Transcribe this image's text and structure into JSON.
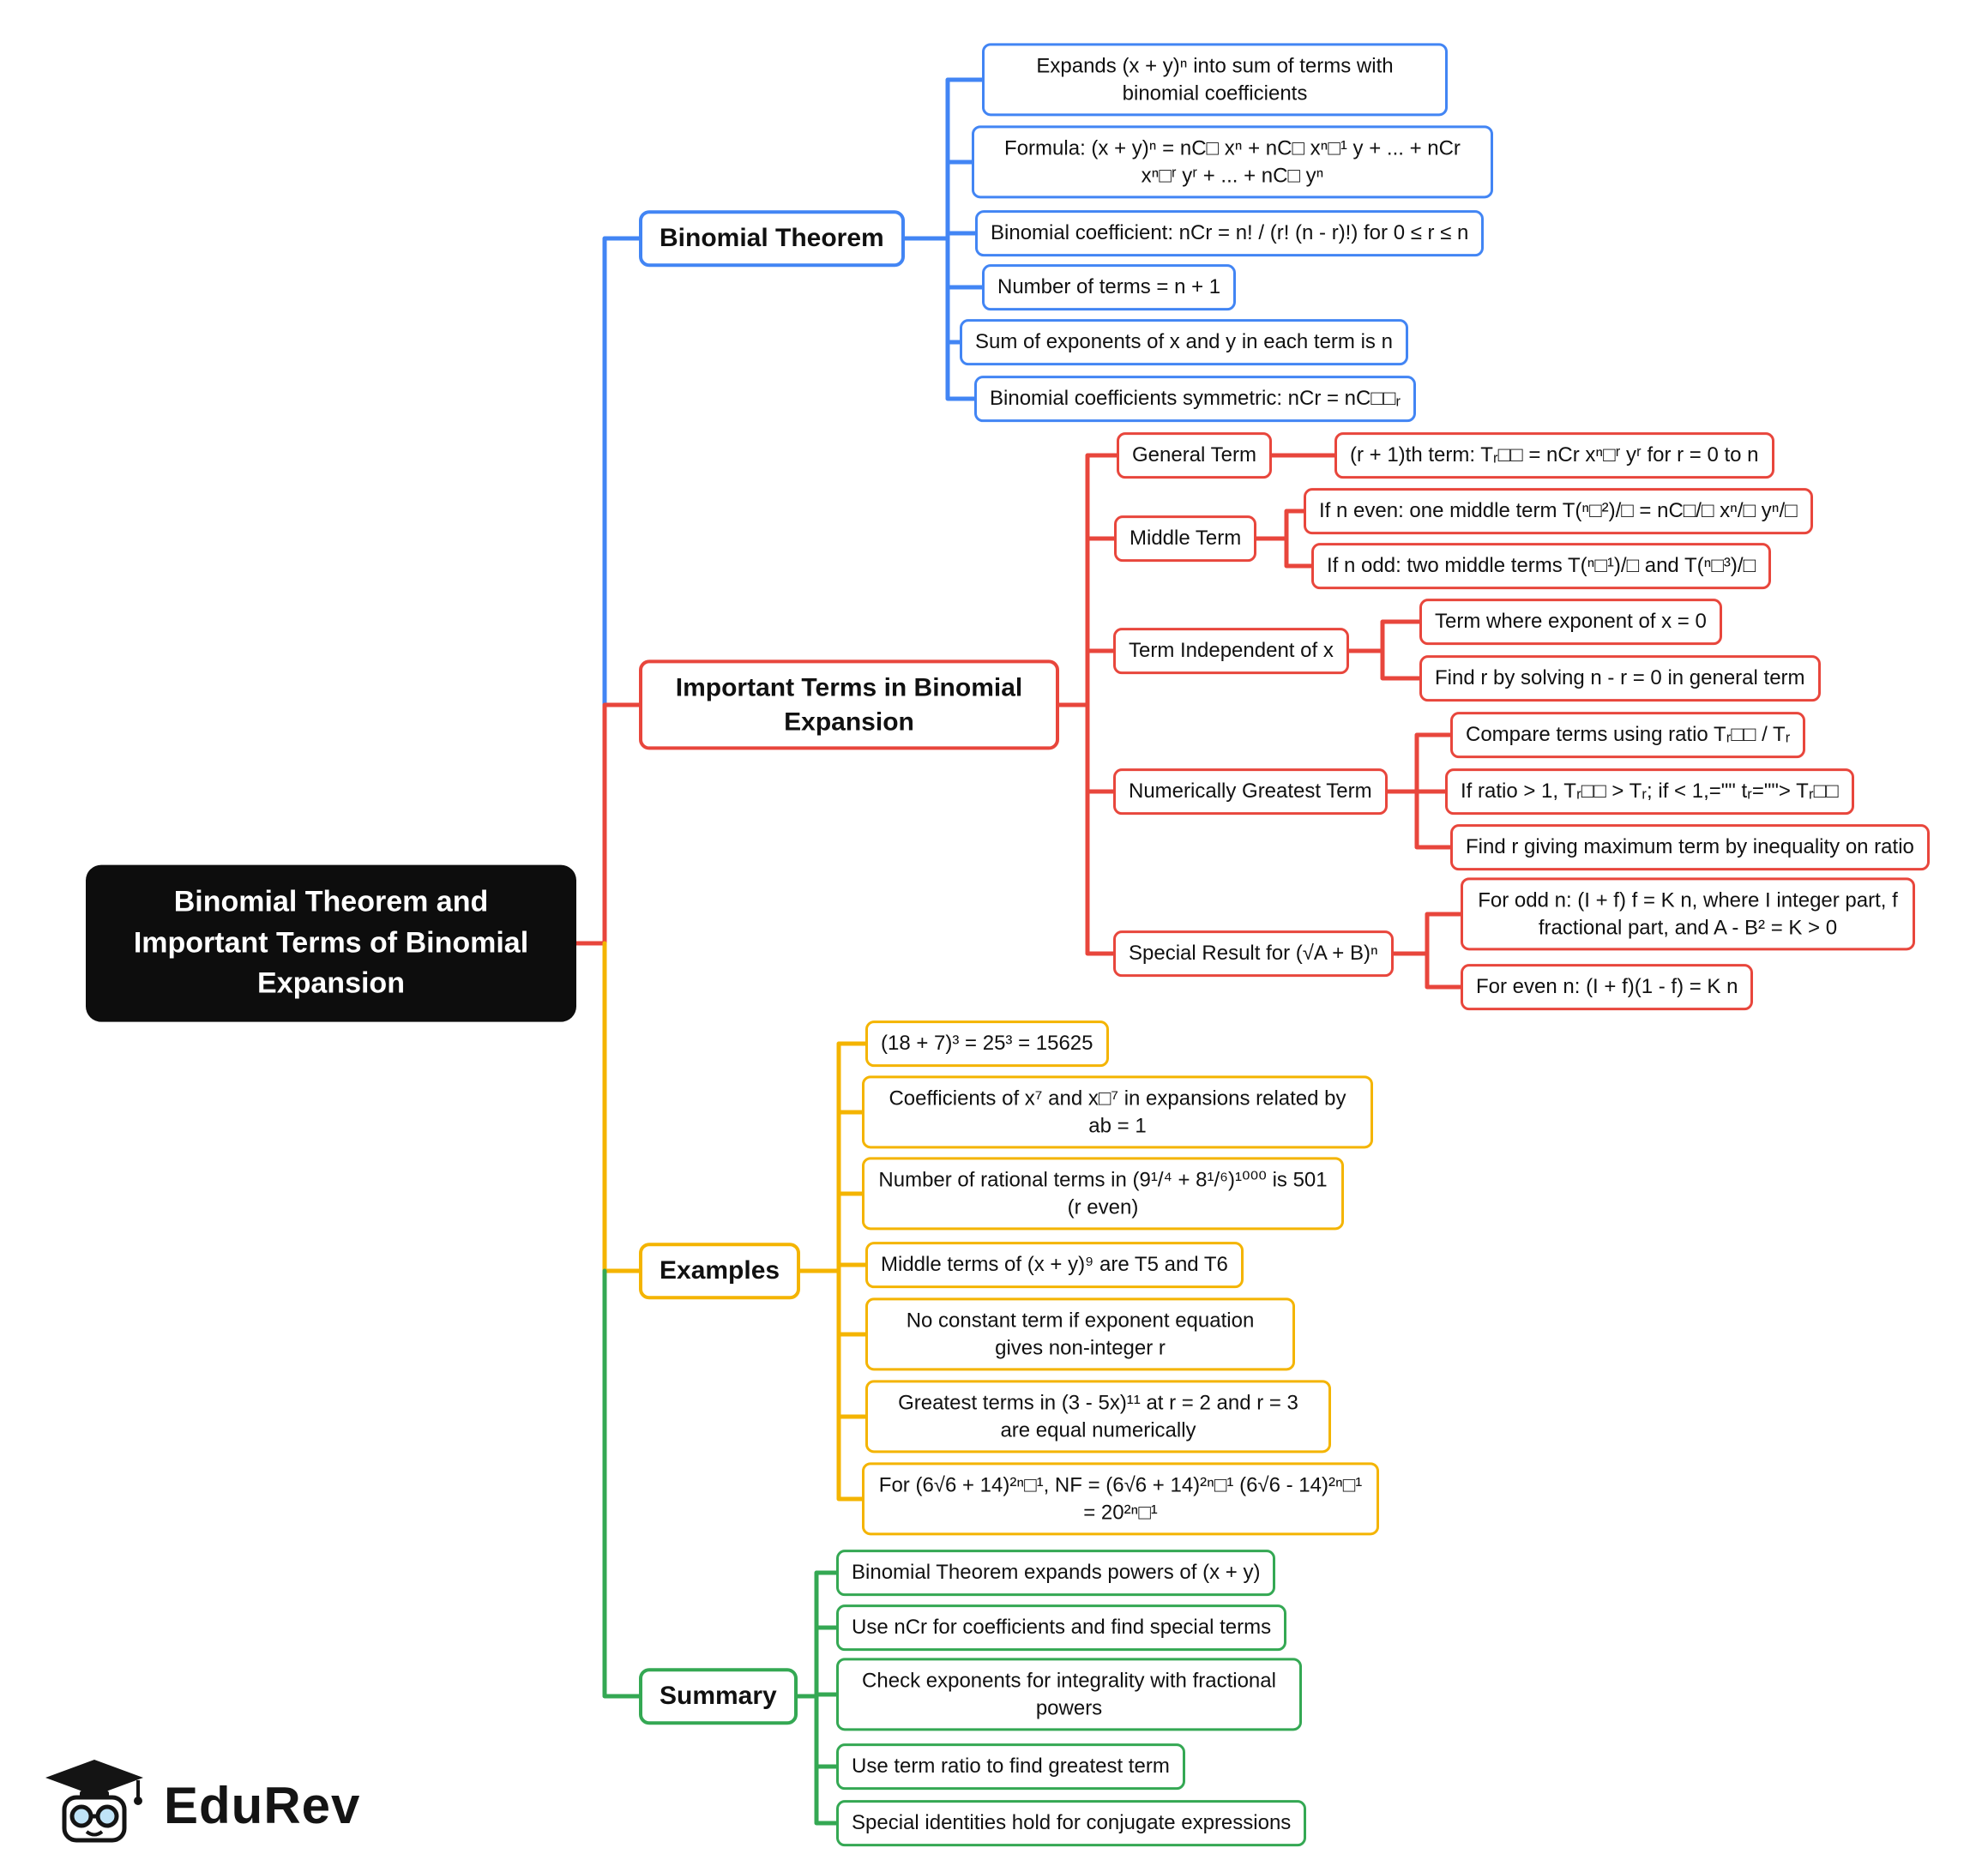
{
  "root": {
    "label": "Binomial Theorem and Important Terms of Binomial Expansion"
  },
  "theorem": {
    "label": "Binomial Theorem",
    "leaves": [
      "Expands (x + y)ⁿ into sum of terms with binomial coefficients",
      "Formula: (x + y)ⁿ = nC□ xⁿ + nC□ xⁿ□¹ y + ... + nCr xⁿ□ʳ yʳ + ... + nC□ yⁿ",
      "Binomial coefficient: nCr = n! / (r! (n - r)!) for 0 ≤ r ≤ n",
      "Number of terms = n + 1",
      "Sum of exponents of x and y in each term is n",
      "Binomial coefficients symmetric: nCr = nC□□ᵣ"
    ]
  },
  "terms": {
    "label": "Important Terms in Binomial Expansion",
    "general": {
      "label": "General Term",
      "leaves": [
        "(r + 1)th term: Tᵣ□□ = nCr xⁿ□ʳ yʳ for r = 0 to n"
      ]
    },
    "middle": {
      "label": "Middle Term",
      "leaves": [
        "If n even: one middle term T(ⁿ□²)/□ = nC□/□ xⁿ/□ yⁿ/□",
        "If n odd: two middle terms T(ⁿ□¹)/□ and T(ⁿ□³)/□"
      ]
    },
    "independent": {
      "label": "Term Independent of x",
      "leaves": [
        "Term where exponent of x = 0",
        "Find r by solving n - r = 0 in general term"
      ]
    },
    "greatest": {
      "label": "Numerically Greatest Term",
      "leaves": [
        "Compare terms using ratio Tᵣ□□ / Tᵣ",
        "If ratio > 1, Tᵣ□□ > Tᵣ; if < 1,=\"\" tᵣ=\"\"> Tᵣ□□",
        "Find r giving maximum term by inequality on ratio"
      ]
    },
    "special": {
      "label": "Special Result for (√A + B)ⁿ",
      "leaves": [
        "For odd n: (I + f) f = K n, where I integer part, f fractional part, and A - B² = K > 0",
        "For even n: (I + f)(1 - f) = K n"
      ]
    }
  },
  "examples": {
    "label": "Examples",
    "leaves": [
      "(18 + 7)³ = 25³ = 15625",
      "Coefficients of x⁷ and x□⁷ in expansions related by ab = 1",
      "Number of rational terms in (9¹/⁴ + 8¹/⁶)¹⁰⁰⁰ is 501 (r even)",
      "Middle terms of (x + y)⁹ are T5 and T6",
      "No constant term if exponent equation gives non-integer r",
      "Greatest terms in (3 - 5x)¹¹ at r = 2 and r = 3 are equal numerically",
      "For (6√6 + 14)²ⁿ□¹, NF = (6√6 + 14)²ⁿ□¹ (6√6 - 14)²ⁿ□¹ = 20²ⁿ□¹"
    ]
  },
  "summary": {
    "label": "Summary",
    "leaves": [
      "Binomial Theorem expands powers of (x + y)",
      "Use nCr for coefficients and find special terms",
      "Check exponents for integrality with fractional powers",
      "Use term ratio to find greatest term",
      "Special identities hold for conjugate expressions"
    ]
  },
  "logo": {
    "text": "EduRev"
  },
  "colors": {
    "blue": "#4285f4",
    "red": "#e8463c",
    "yellow": "#f4b400",
    "green": "#34a853",
    "root_bg": "#0d0d0d"
  }
}
